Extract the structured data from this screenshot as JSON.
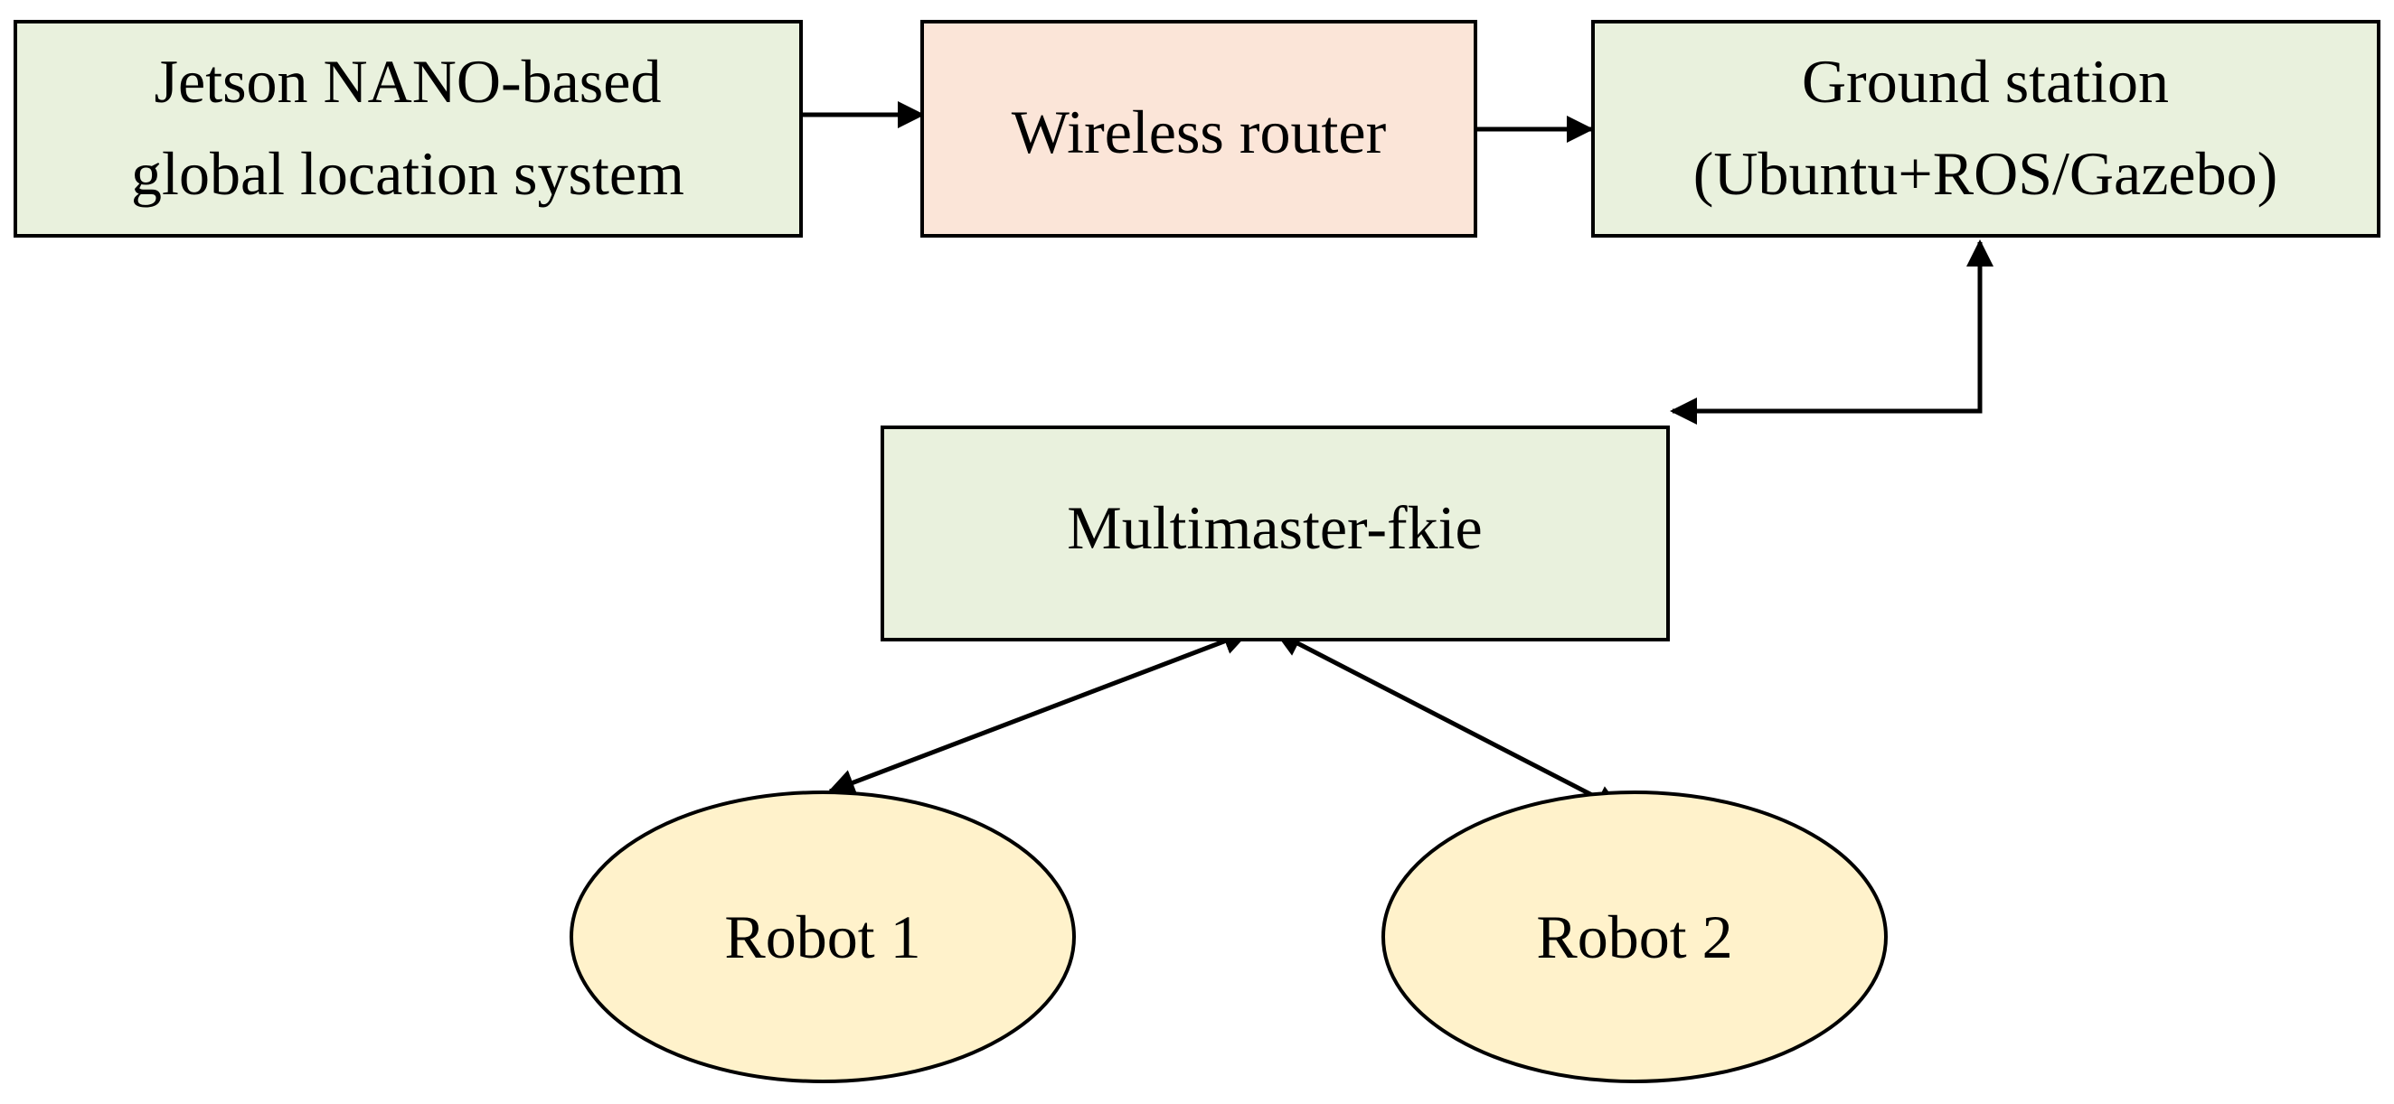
{
  "nodes": {
    "jetson": {
      "lines": [
        "Jetson NANO-based",
        "global location system"
      ]
    },
    "router": {
      "lines": [
        "Wireless router"
      ]
    },
    "ground": {
      "lines": [
        "Ground station",
        "(Ubuntu+ROS/Gazebo)"
      ]
    },
    "multimaster": {
      "lines": [
        "Multimaster-fkie"
      ]
    },
    "robot1": {
      "lines": [
        "Robot 1"
      ]
    },
    "robot2": {
      "lines": [
        "Robot 2"
      ]
    }
  },
  "colors": {
    "green_fill": "#e9f1dd",
    "router_fill": "#fbe5d8",
    "robot_fill": "#fff2cb",
    "stroke": "#000000"
  }
}
